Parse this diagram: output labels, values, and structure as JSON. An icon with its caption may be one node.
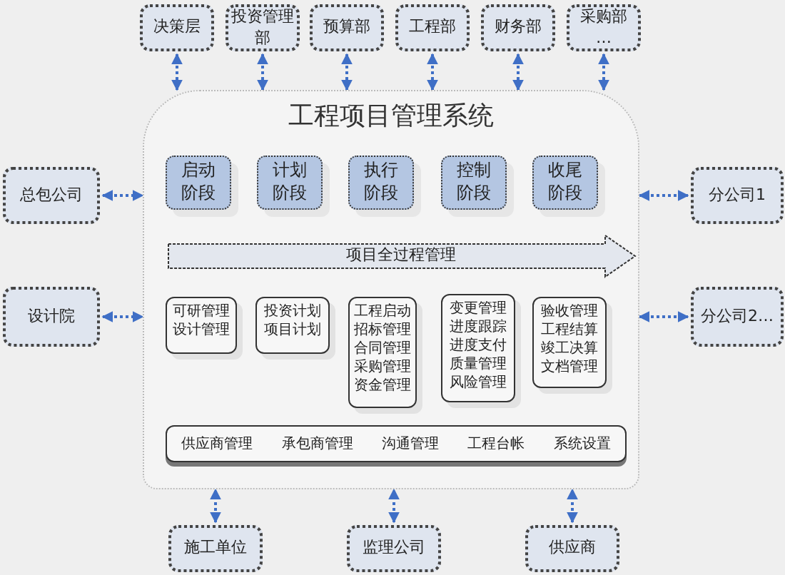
{
  "diagram": {
    "nodes": [
      {
        "text": [
          "工程项目管理系统"
        ]
      },
      {
        "text": [
          "决策层"
        ]
      },
      {
        "text": [
          "投资管理部"
        ]
      },
      {
        "text": [
          "预算部"
        ]
      },
      {
        "text": [
          "工程部"
        ]
      },
      {
        "text": [
          "财务部"
        ]
      },
      {
        "text": [
          "采购部 …"
        ]
      },
      {
        "text": [
          "总包公司"
        ]
      },
      {
        "text": [
          "设计院"
        ]
      },
      {
        "text": [
          "分公司1"
        ]
      },
      {
        "text": [
          "分公司2…"
        ]
      },
      {
        "text": [
          "启动阶段"
        ],
        "in": 0
      },
      {
        "text": [
          "计划阶段"
        ],
        "in": 0
      },
      {
        "text": [
          "执行阶段"
        ],
        "in": 0
      },
      {
        "text": [
          "控制阶段"
        ],
        "in": 0
      },
      {
        "text": [
          "收尾阶段"
        ],
        "in": 0
      },
      {
        "text": [
          "项目全过程管理"
        ],
        "in": 0
      },
      {
        "text": [
          "可研管理设计管理"
        ],
        "in": 0
      },
      {
        "text": [
          "投资计划项目计划"
        ],
        "in": 0
      },
      {
        "text": [
          "工程启动招标管理合同管理采购管理资金管理"
        ],
        "in": 0
      },
      {
        "text": [
          "变更管理进度跟踪进度支付质量管理风险管理"
        ],
        "in": 0
      },
      {
        "text": [
          "验收管理工程结算竣工决算文档管理"
        ],
        "in": 0
      },
      {
        "text": [
          "供应商管理",
          "承包商管理",
          "沟通管理",
          "工程台帐",
          "系统设置"
        ],
        "in": 0
      },
      {
        "text": [
          "施工单位"
        ]
      },
      {
        "text": [
          "监理公司"
        ]
      },
      {
        "text": [
          "供应商"
        ]
      }
    ],
    "edges": [
      {
        "from": 1,
        "to": 0,
        "arrow": "both"
      },
      {
        "from": 2,
        "to": 0,
        "arrow": "both"
      },
      {
        "from": 3,
        "to": 0,
        "arrow": "both"
      },
      {
        "from": 4,
        "to": 0,
        "arrow": "both"
      },
      {
        "from": 5,
        "to": 0,
        "arrow": "both"
      },
      {
        "from": 6,
        "to": 0,
        "arrow": "both"
      },
      {
        "from": 7,
        "to": 0,
        "arrow": "both"
      },
      {
        "from": 8,
        "to": 0,
        "arrow": "both"
      },
      {
        "from": 9,
        "to": 0,
        "arrow": "both"
      },
      {
        "from": 10,
        "to": 0,
        "arrow": "both"
      },
      {
        "from": 23,
        "to": 0,
        "arrow": "both"
      },
      {
        "from": 24,
        "to": 0,
        "arrow": "both"
      },
      {
        "from": 25,
        "to": 0,
        "arrow": "both"
      }
    ]
  }
}
